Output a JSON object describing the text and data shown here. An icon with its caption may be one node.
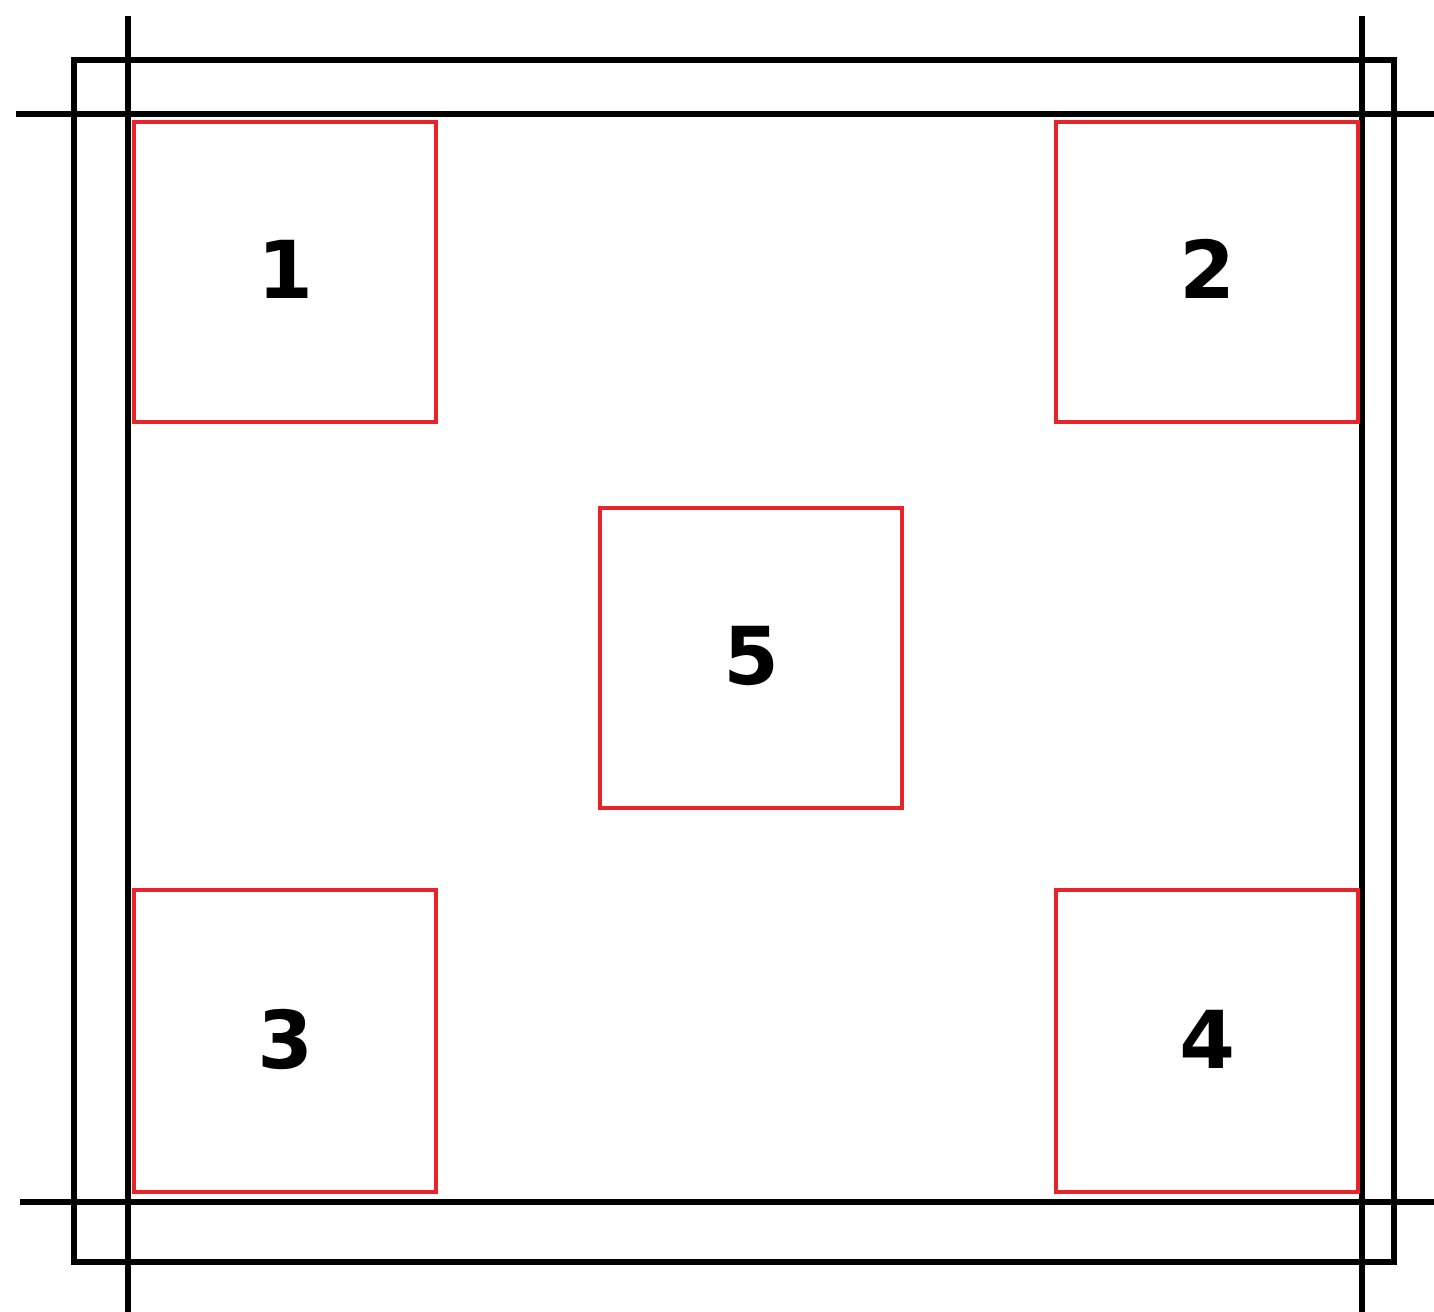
{
  "diagram": {
    "nodes": [
      {
        "text": [
          "1"
        ]
      },
      {
        "text": [
          "2"
        ]
      },
      {
        "text": [
          "5"
        ]
      },
      {
        "text": [
          "3"
        ]
      },
      {
        "text": [
          "4"
        ]
      }
    ]
  }
}
